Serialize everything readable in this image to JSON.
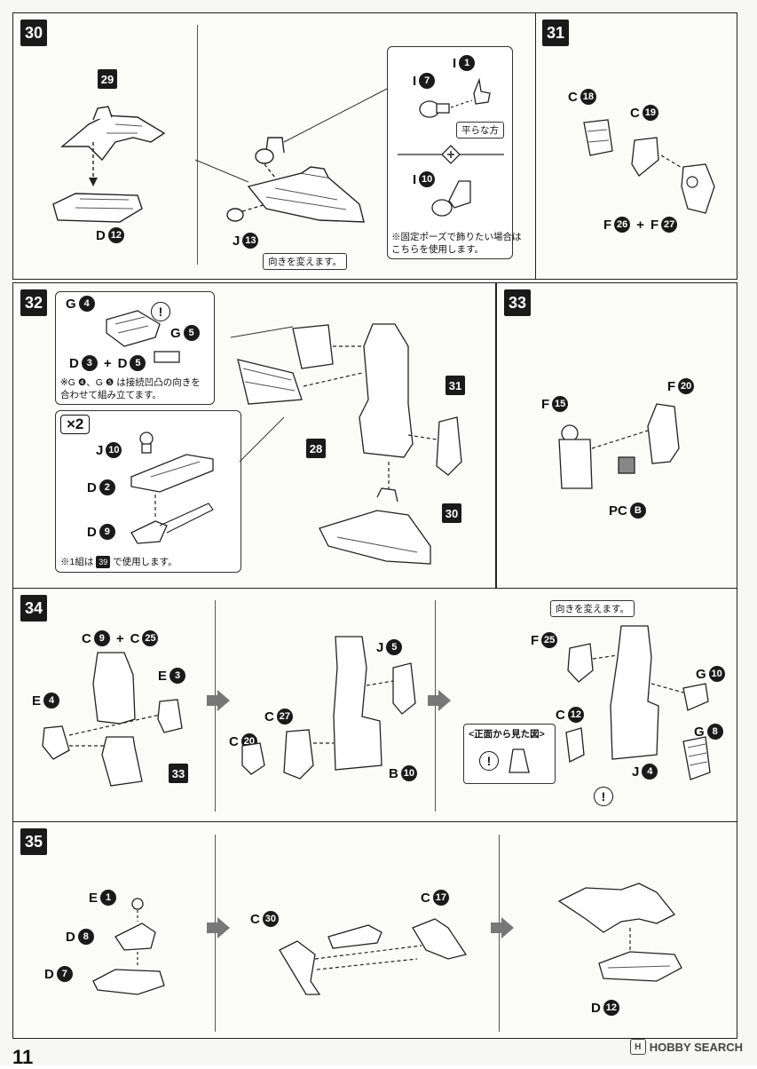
{
  "steps": {
    "s30": {
      "number": "30",
      "ref": "29",
      "label_d12": {
        "letter": "D",
        "n": "12"
      },
      "label_j13": {
        "letter": "J",
        "n": "13"
      },
      "callout_direction": "向きを変えます。",
      "box_i1": {
        "letter": "I",
        "n": "1"
      },
      "box_i7": {
        "letter": "I",
        "n": "7"
      },
      "flat_side": "平らな方",
      "box_i10": {
        "letter": "I",
        "n": "10"
      },
      "note": [
        "※固定ポーズで飾りたい場合は",
        "こちらを使用します。"
      ]
    },
    "s31": {
      "number": "31",
      "c18": {
        "letter": "C",
        "n": "18"
      },
      "c19": {
        "letter": "C",
        "n": "19"
      },
      "f26": {
        "letter": "F",
        "n": "26"
      },
      "f27": {
        "letter": "F",
        "n": "27"
      },
      "plus": "+"
    },
    "s32": {
      "number": "32",
      "g4": {
        "letter": "G",
        "n": "4"
      },
      "g5": {
        "letter": "G",
        "n": "5"
      },
      "d3": {
        "letter": "D",
        "n": "3"
      },
      "d5": {
        "letter": "D",
        "n": "5"
      },
      "plus": "+",
      "note": [
        "※G ❹、G ❺ は接続凹凸の向きを",
        "合わせて組み立てます。"
      ],
      "x2": "×2",
      "j10": {
        "letter": "J",
        "n": "10"
      },
      "d2": {
        "letter": "D",
        "n": "2"
      },
      "d9": {
        "letter": "D",
        "n": "9"
      },
      "note2_pre": "※1組は",
      "note2_ref": "39",
      "note2_post": "で使用します。",
      "ref31": "31",
      "ref28": "28",
      "ref30": "30"
    },
    "s33": {
      "number": "33",
      "f15": {
        "letter": "F",
        "n": "15"
      },
      "f20": {
        "letter": "F",
        "n": "20"
      },
      "pcb": {
        "letter": "PC",
        "n": "B"
      }
    },
    "s34": {
      "number": "34",
      "c9": {
        "letter": "C",
        "n": "9"
      },
      "c25": {
        "letter": "C",
        "n": "25"
      },
      "plus": "+",
      "e3": {
        "letter": "E",
        "n": "3"
      },
      "e4": {
        "letter": "E",
        "n": "4"
      },
      "ref33": "33",
      "j5": {
        "letter": "J",
        "n": "5"
      },
      "c27": {
        "letter": "C",
        "n": "27"
      },
      "c20": {
        "letter": "C",
        "n": "20"
      },
      "b10": {
        "letter": "B",
        "n": "10"
      },
      "callout_direction": "向きを変えます。",
      "f25": {
        "letter": "F",
        "n": "25"
      },
      "g10": {
        "letter": "G",
        "n": "10"
      },
      "c12": {
        "letter": "C",
        "n": "12"
      },
      "g8": {
        "letter": "G",
        "n": "8"
      },
      "j4": {
        "letter": "J",
        "n": "4"
      },
      "front_view": "<正面から見た図>"
    },
    "s35": {
      "number": "35",
      "e1": {
        "letter": "E",
        "n": "1"
      },
      "d8": {
        "letter": "D",
        "n": "8"
      },
      "d7": {
        "letter": "D",
        "n": "7"
      },
      "c30": {
        "letter": "C",
        "n": "30"
      },
      "c17": {
        "letter": "C",
        "n": "17"
      },
      "d12": {
        "letter": "D",
        "n": "12"
      }
    }
  },
  "footer": {
    "page_number": "11",
    "watermark": "HOBBY SEARCH",
    "watermark_logo": "H"
  },
  "colors": {
    "ink": "#1a1a1a",
    "paper": "#fbfbfa",
    "arrow": "#777777"
  }
}
